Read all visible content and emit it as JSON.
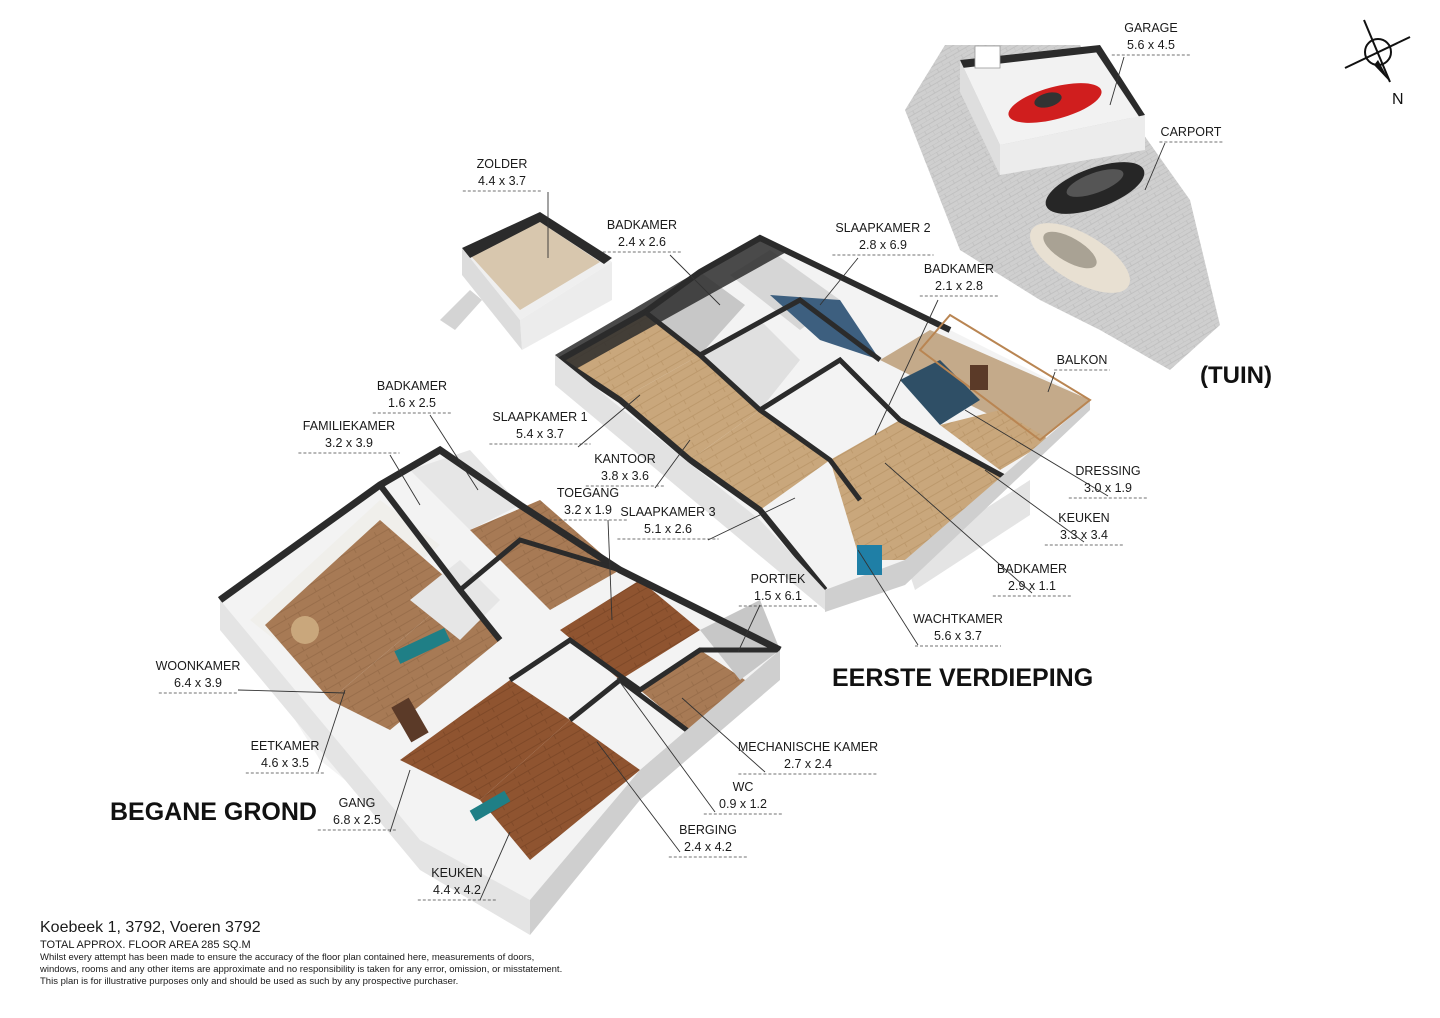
{
  "rooms": [
    {
      "name": "ZOLDER",
      "dim": "4.4 x 3.7"
    },
    {
      "name": "BADKAMER",
      "dim": "2.4 x 2.6"
    },
    {
      "name": "SLAAPKAMER 2",
      "dim": "2.8 x 6.9"
    },
    {
      "name": "BADKAMER",
      "dim": "2.1 x 2.8"
    },
    {
      "name": "GARAGE",
      "dim": "5.6 x 4.5"
    },
    {
      "name": "CARPORT",
      "dim": ""
    },
    {
      "name": "BALKON",
      "dim": ""
    },
    {
      "name": "BADKAMER",
      "dim": "1.6 x 2.5"
    },
    {
      "name": "FAMILIEKAMER",
      "dim": "3.2 x 3.9"
    },
    {
      "name": "SLAAPKAMER 1",
      "dim": "5.4 x 3.7"
    },
    {
      "name": "KANTOOR",
      "dim": "3.8 x 3.6"
    },
    {
      "name": "TOEGANG",
      "dim": "3.2 x 1.9"
    },
    {
      "name": "SLAAPKAMER 3",
      "dim": "5.1 x 2.6"
    },
    {
      "name": "DRESSING",
      "dim": "3.0 x 1.9"
    },
    {
      "name": "KEUKEN",
      "dim": "3.3 x 3.4"
    },
    {
      "name": "BADKAMER",
      "dim": "2.9 x 1.1"
    },
    {
      "name": "WACHTKAMER",
      "dim": "5.6 x 3.7"
    },
    {
      "name": "PORTIEK",
      "dim": "1.5 x 6.1"
    },
    {
      "name": "WOONKAMER",
      "dim": "6.4 x 3.9"
    },
    {
      "name": "EETKAMER",
      "dim": "4.6 x 3.5"
    },
    {
      "name": "GANG",
      "dim": "6.8 x 2.5"
    },
    {
      "name": "KEUKEN",
      "dim": "4.4 x 4.2"
    },
    {
      "name": "MECHANISCHE KAMER",
      "dim": "2.7 x 2.4"
    },
    {
      "name": "WC",
      "dim": "0.9 x 1.2"
    },
    {
      "name": "BERGING",
      "dim": "2.4 x 4.2"
    }
  ],
  "floors": {
    "ground": "BEGANE GROND",
    "first": "EERSTE VERDIEPING",
    "garden": "(TUIN)"
  },
  "compass": {
    "label": "N"
  },
  "footer": {
    "address": "Koebeek 1, 3792, Voeren 3792",
    "area": "TOTAL APPROX. FLOOR AREA 285 SQ.M",
    "disclaimer_1": "Whilst every attempt has been made to ensure the accuracy of the floor plan contained here, measurements of doors,",
    "disclaimer_2": "windows, rooms and any other items are approximate and no responsibility is taken for any error, omission, or misstatement.",
    "disclaimer_3": "This plan is for illustrative purposes only and should be used as such by any prospective purchaser."
  },
  "colors": {
    "wall_dark": "#2b2b2b",
    "wall_side": "#e9e9e9",
    "wood_dark": "#8a4f2c",
    "wood_light": "#cfb08a",
    "tile": "#c9c9c9",
    "carpet_blue": "#3d5f7f"
  }
}
